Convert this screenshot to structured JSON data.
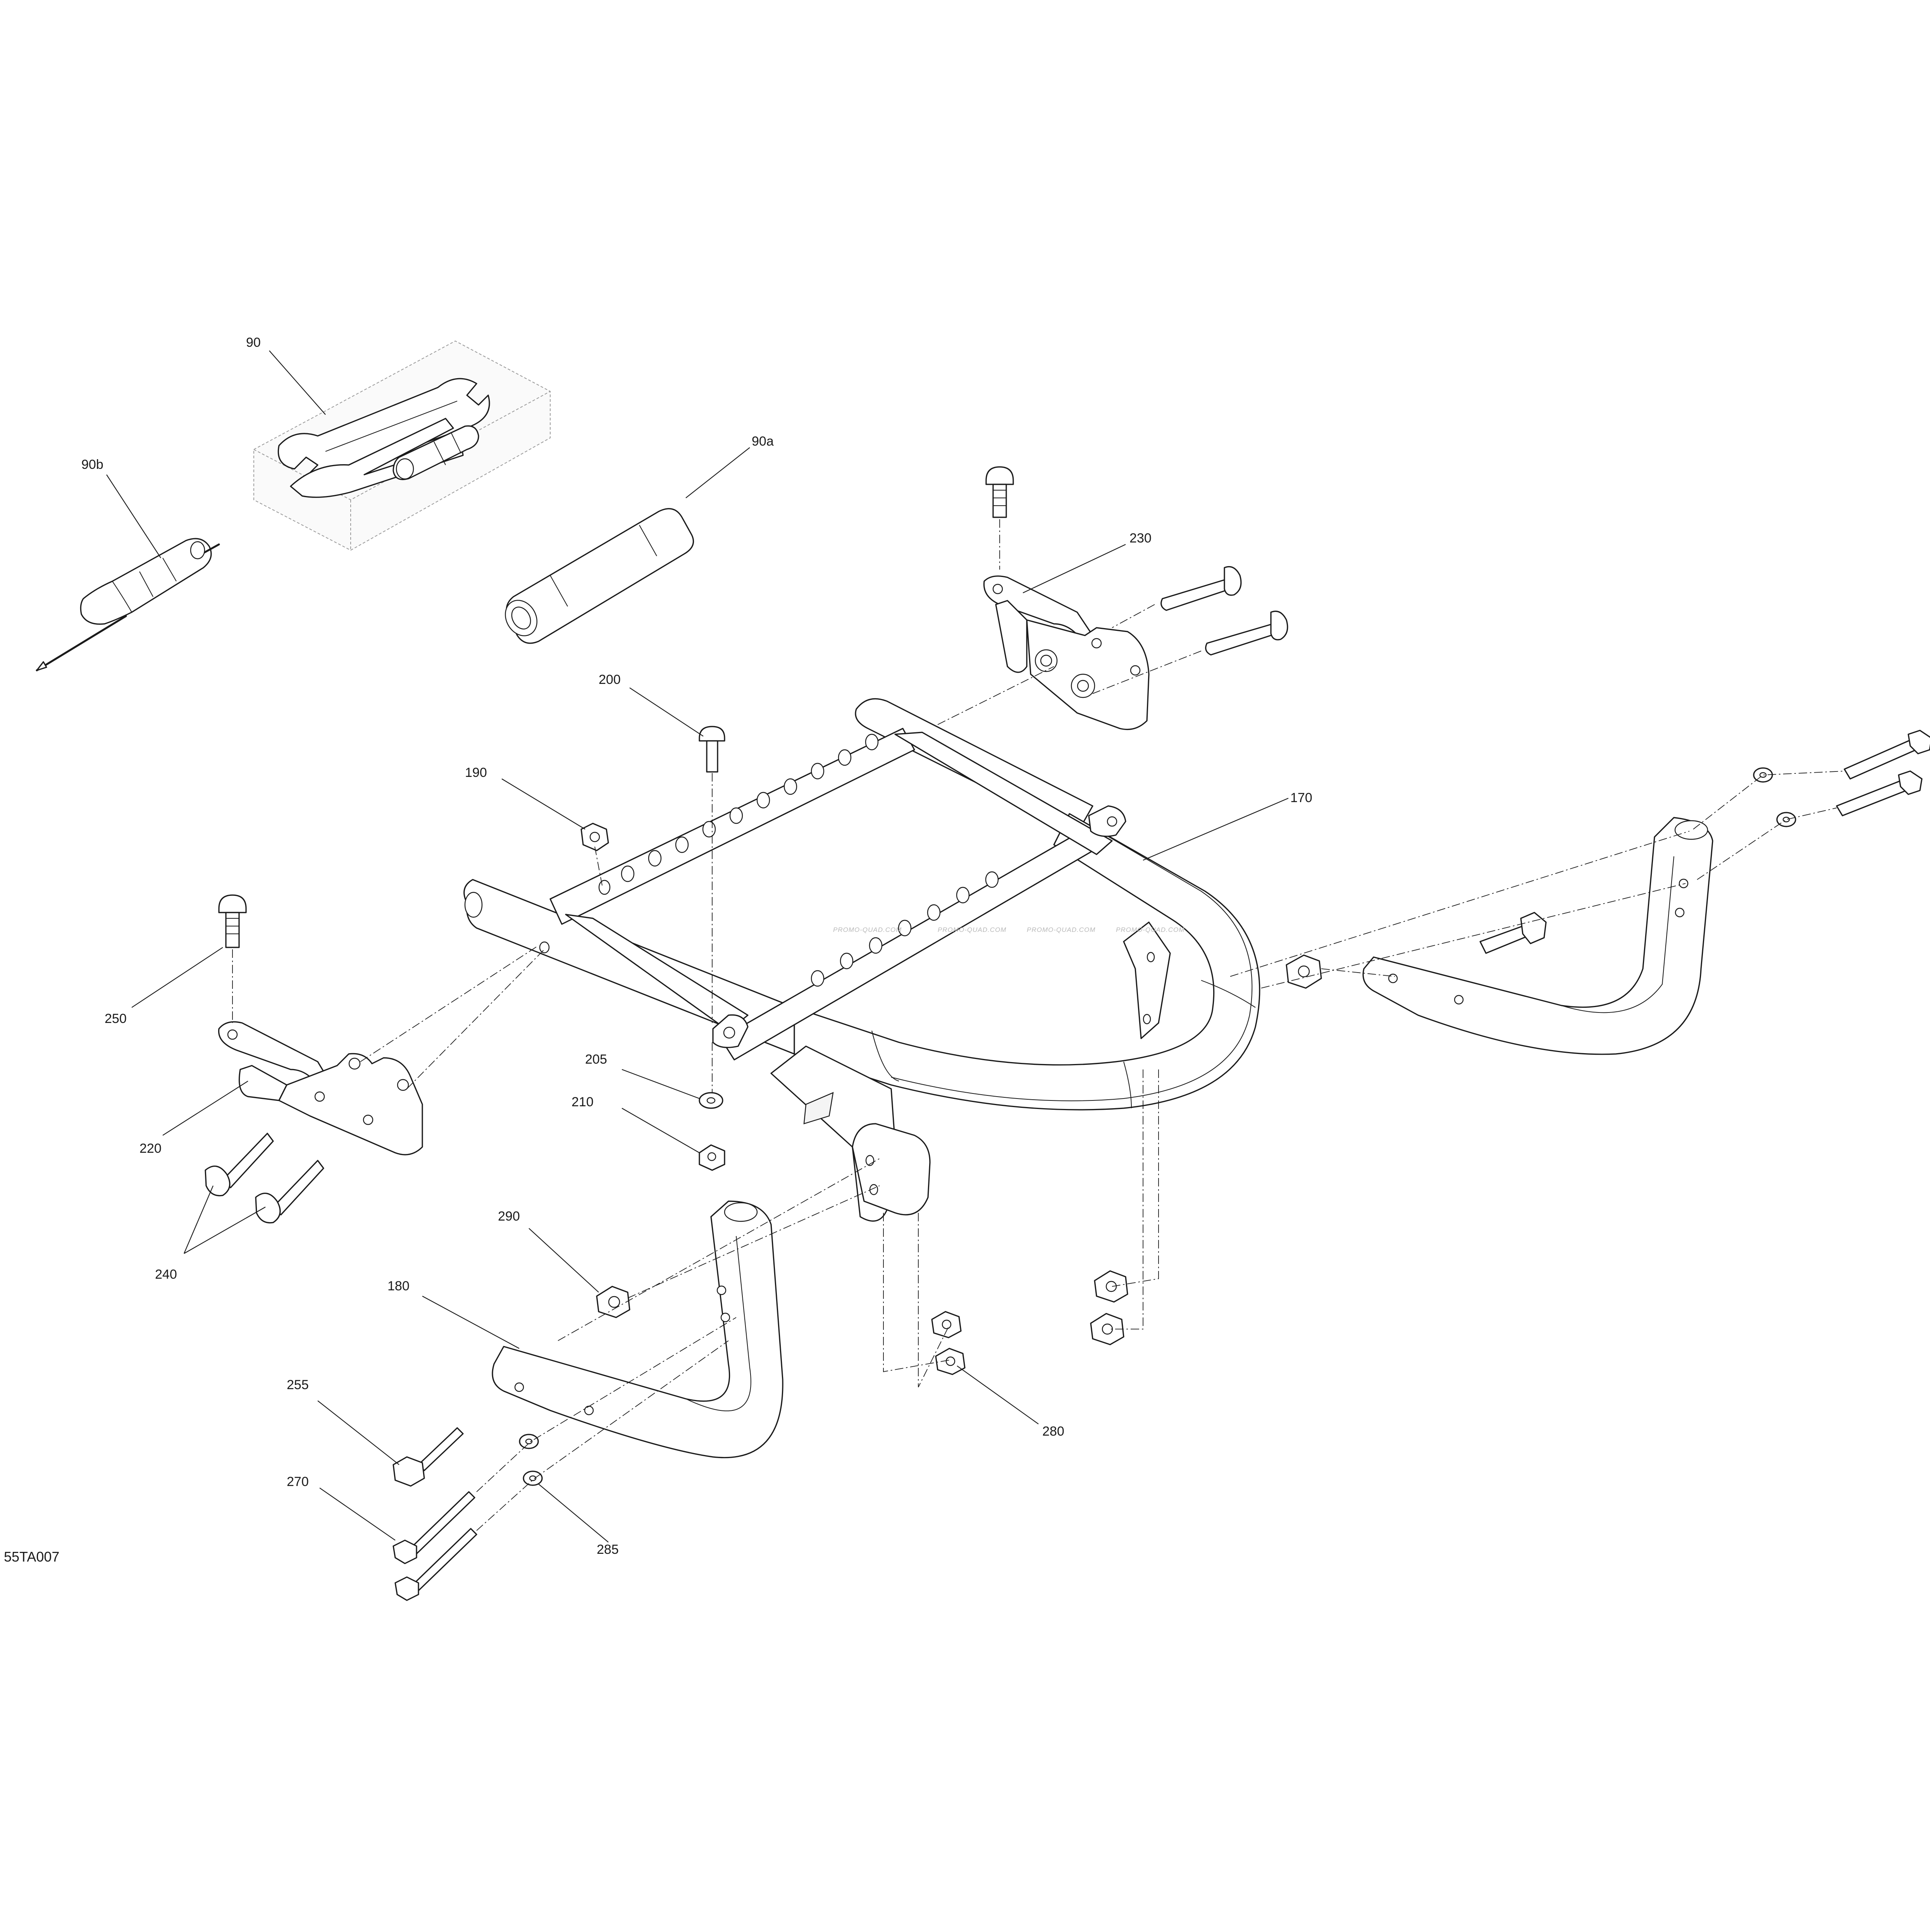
{
  "diagram": {
    "reference_code": "55TA007",
    "watermark": "PROMO-QUAD.COM",
    "callouts": [
      {
        "key": "tool_kit",
        "label": "90"
      },
      {
        "key": "screwdriver",
        "label": "90b"
      },
      {
        "key": "socket_wrench",
        "label": "90a"
      },
      {
        "key": "bracket_right",
        "label": "230"
      },
      {
        "key": "screw_top",
        "label": "200"
      },
      {
        "key": "nut_top",
        "label": "190"
      },
      {
        "key": "rear_rack",
        "label": "170"
      },
      {
        "key": "screw_left",
        "label": "250"
      },
      {
        "key": "bracket_left",
        "label": "220"
      },
      {
        "key": "washer_mid",
        "label": "205"
      },
      {
        "key": "nut_mid",
        "label": "210"
      },
      {
        "key": "pins_left",
        "label": "240"
      },
      {
        "key": "nut_290",
        "label": "290"
      },
      {
        "key": "handle_left",
        "label": "180"
      },
      {
        "key": "bolt_255",
        "label": "255"
      },
      {
        "key": "bolts_270",
        "label": "270"
      },
      {
        "key": "washers_285",
        "label": "285"
      },
      {
        "key": "nuts_280",
        "label": "280"
      }
    ]
  }
}
